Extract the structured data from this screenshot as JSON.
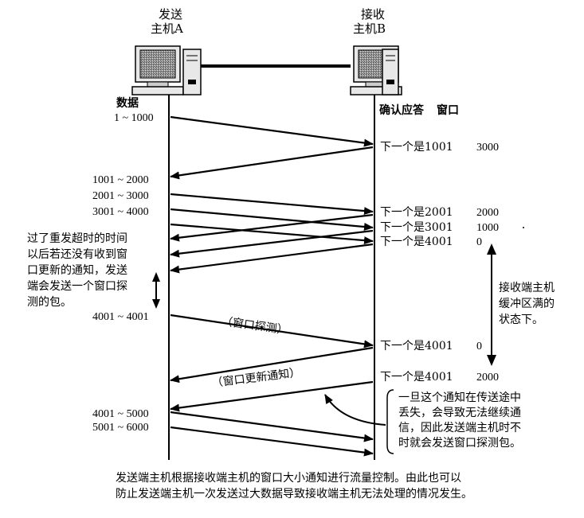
{
  "hostA": {
    "line1": "发送",
    "line2": "主机A"
  },
  "hostB": {
    "line1": "接收",
    "line2": "主机B"
  },
  "sender_header": "数据",
  "receiver_header": {
    "ack": "确认应答",
    "window": "窗口"
  },
  "data_labels": [
    "1 ~ 1000",
    "1001 ~ 2000",
    "2001 ~ 3000",
    "3001 ~ 4000",
    "4001 ~ 4001",
    "4001 ~ 5000",
    "5001 ~ 6000"
  ],
  "ack_rows": [
    {
      "ack": "下一个是1001",
      "window": "3000"
    },
    {
      "ack": "下一个是2001",
      "window": "2000"
    },
    {
      "ack": "下一个是3001",
      "window": "1000"
    },
    {
      "ack": "下一个是4001",
      "window": "0"
    },
    {
      "ack": "下一个是4001",
      "window": "0"
    },
    {
      "ack": "下一个是4001",
      "window": "2000"
    }
  ],
  "timeout_note": [
    "过了重发超时的时间",
    "以后若还没有收到窗",
    "口更新的通知，发送",
    "端会发送一个窗口探",
    "测的包。"
  ],
  "buffer_note": [
    "接收端主机",
    "缓冲区满的",
    "状态下。"
  ],
  "probe_label": "（窗口探测）",
  "update_label": "（窗口更新通知）",
  "loss_note": [
    "一旦这个通知在传送途中",
    "丢失，会导致无法继续通",
    "信，因此发送端主机时不",
    "时就会发送窗口探测包。"
  ],
  "caption": [
    "发送端主机根据接收端主机的窗口大小通知进行流量控制。由此也可以",
    "防止发送端主机一次发送过大数据导致接收端主机无法处理的情况发生。"
  ]
}
